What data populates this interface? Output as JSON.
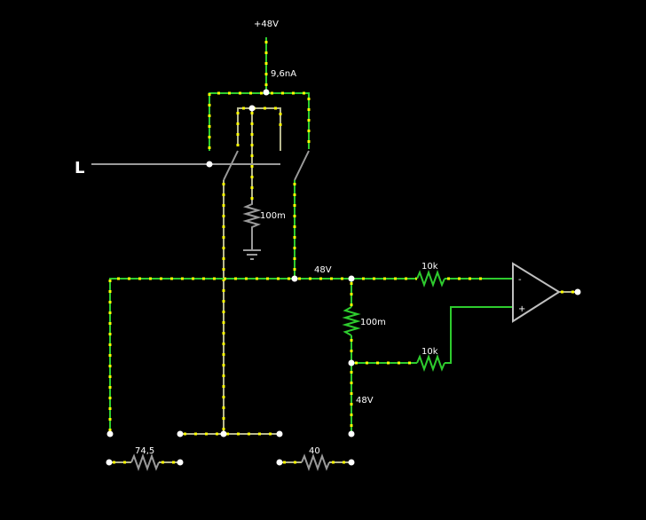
{
  "labels": {
    "supply": "+48V",
    "current": "9,6nA",
    "switch_input": "L",
    "r_sense_top": "100m",
    "node_voltage_top": "48V",
    "r_input_minus": "10k",
    "r_sense_mid": "100m",
    "r_input_plus": "10k",
    "node_voltage_bottom": "48V",
    "r_load_left": "74,5",
    "r_load_right": "40",
    "opamp_minus": "-",
    "opamp_plus": "+"
  },
  "colors": {
    "background": "#000000",
    "wire_active": "#2ecc2e",
    "wire_idle": "#9a9a9a",
    "current_dots": "#ffff00",
    "node": "#ffffff"
  }
}
